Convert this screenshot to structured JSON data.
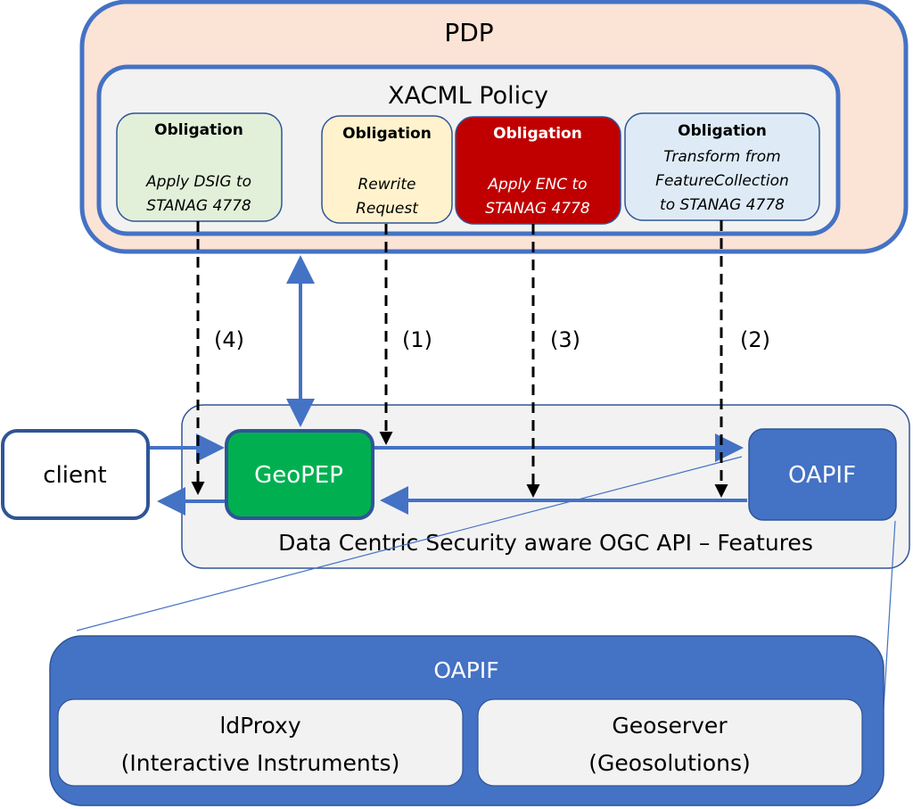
{
  "pdp": {
    "label": "PDP",
    "fill": "#fbe3d6",
    "stroke": "#4472c4"
  },
  "policy": {
    "label": "XACML Policy",
    "fill": "#f2f2f2",
    "stroke": "#4472c4"
  },
  "obligations": [
    {
      "title": "Obligation",
      "lines": [
        "Apply DSIG to",
        "STANAG 4778"
      ],
      "fill": "#e2f0d9",
      "text_color": "#000000"
    },
    {
      "title": "Obligation",
      "lines": [
        "Rewrite",
        "Request"
      ],
      "fill": "#fff2cc",
      "text_color": "#000000"
    },
    {
      "title": "Obligation",
      "lines": [
        "Apply ENC to",
        "STANAG 4778"
      ],
      "fill": "#c00000",
      "text_color": "#ffffff"
    },
    {
      "title": "Obligation",
      "lines": [
        "Transform from",
        "FeatureCollection",
        "to STANAG 4778"
      ],
      "fill": "#deebf7",
      "text_color": "#000000"
    }
  ],
  "step_labels": {
    "dsig": "(4)",
    "rewrite": "(1)",
    "enc": "(3)",
    "transform": "(2)"
  },
  "dcs": {
    "label": "Data Centric Security aware OGC API – Features",
    "fill": "#f2f2f2"
  },
  "client": {
    "label": "client"
  },
  "geopep": {
    "label": "GeoPEP",
    "fill": "#00b050"
  },
  "oapif_small": {
    "label": "OAPIF",
    "fill": "#4472c4"
  },
  "oapif_detail": {
    "label": "OAPIF",
    "fill": "#4472c4",
    "components": [
      {
        "name": "ldProxy",
        "vendor": "(Interactive Instruments)"
      },
      {
        "name": "Geoserver",
        "vendor": "(Geosolutions)"
      }
    ]
  },
  "colors": {
    "arrow": "#4472c4",
    "dark_border": "#2f5597",
    "dashed": "#000000"
  }
}
